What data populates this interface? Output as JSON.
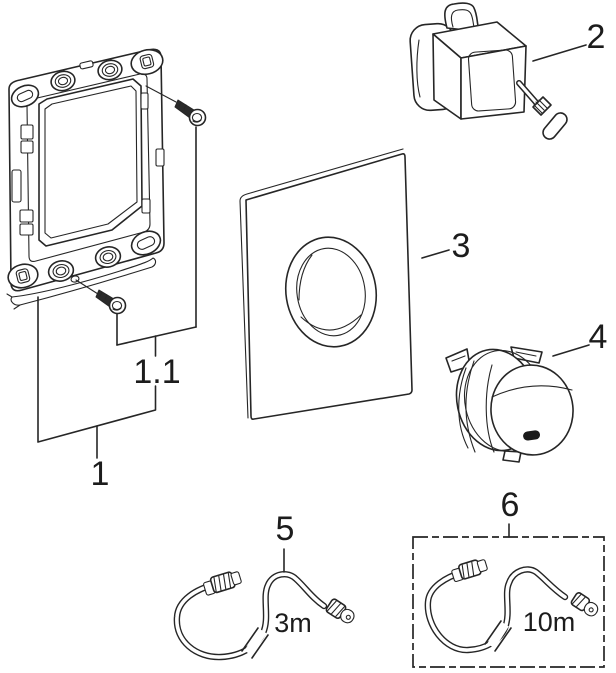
{
  "diagram": {
    "background": "#ffffff",
    "line_color": "#262626",
    "accent_dark": "#1a1a1a",
    "callouts": {
      "c1": {
        "text": "1"
      },
      "c1_1": {
        "text": "1.1"
      },
      "c2": {
        "text": "2"
      },
      "c3": {
        "text": "3"
      },
      "c4": {
        "text": "4"
      },
      "c5": {
        "text": "5"
      },
      "c6": {
        "text": "6"
      }
    },
    "lengths": {
      "hose_5": "3m",
      "hose_6": "10m"
    }
  }
}
